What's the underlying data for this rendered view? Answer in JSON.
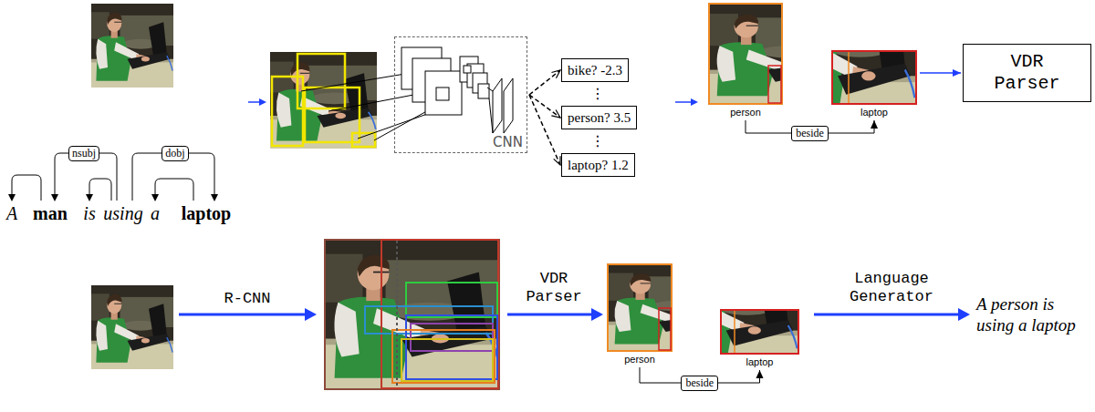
{
  "diagram": {
    "nodes": [
      {
        "text": [
          "nsubj"
        ]
      },
      {
        "text": [
          "dobj"
        ]
      },
      {
        "text": [
          "CNN"
        ]
      },
      {
        "text": [
          "bike? -2.3"
        ]
      },
      {
        "text": [
          "person? 3.5"
        ]
      },
      {
        "text": [
          "laptop? 1.2"
        ]
      },
      {
        "text": [
          "person"
        ]
      },
      {
        "text": [
          "laptop"
        ]
      },
      {
        "text": [
          "VDR Parser"
        ]
      },
      {
        "text": [
          "person"
        ]
      },
      {
        "text": [
          "laptop"
        ]
      }
    ],
    "edges": [
      {
        "from": 2,
        "to": 3,
        "arrow": "to"
      },
      {
        "from": 2,
        "to": 4,
        "arrow": "to"
      },
      {
        "from": 2,
        "to": 5,
        "arrow": "to"
      },
      {
        "from": 6,
        "to": 7,
        "label": "beside",
        "arrow": "to"
      },
      {
        "from": 7,
        "to": 8,
        "arrow": "to"
      },
      {
        "from": 9,
        "to": 10,
        "label": "beside",
        "arrow": "to"
      }
    ],
    "labels": [
      "A",
      "man",
      "is",
      "using",
      "a",
      "laptop",
      "⋮",
      "⋮",
      "R-CNN",
      "VDR Parser",
      "Language Generator",
      "A person is using a laptop"
    ]
  }
}
